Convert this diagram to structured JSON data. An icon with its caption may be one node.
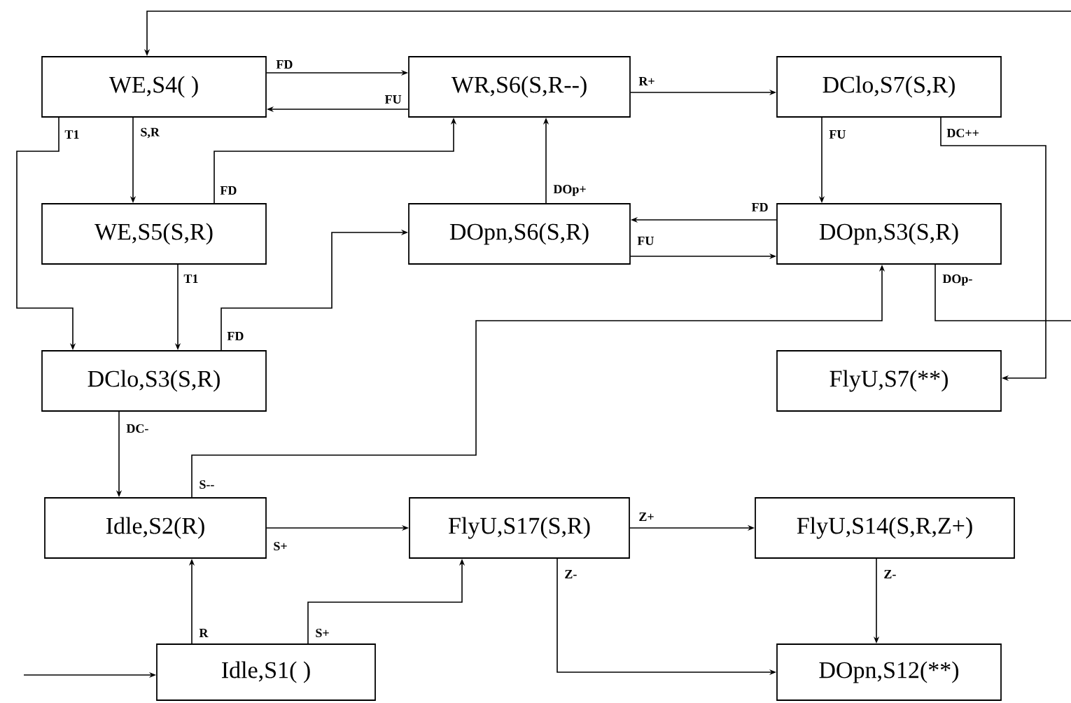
{
  "diagram": {
    "nodes": [
      {
        "text": [
          "WE,S4( )"
        ]
      },
      {
        "text": [
          "WR,S6(S,R--)"
        ]
      },
      {
        "text": [
          "DClo,S7(S,R)"
        ]
      },
      {
        "text": [
          "WE,S5(S,R)"
        ]
      },
      {
        "text": [
          "DOpn,S6(S,R)"
        ]
      },
      {
        "text": [
          "DOpn,S3(S,R)"
        ]
      },
      {
        "text": [
          "FlyU,S7(**)"
        ]
      },
      {
        "text": [
          "DClo,S3(S,R)"
        ]
      },
      {
        "text": [
          "Idle,S2(R)"
        ]
      },
      {
        "text": [
          "FlyU,S17(S,R)"
        ]
      },
      {
        "text": [
          "FlyU,S14(S,R,Z+)"
        ]
      },
      {
        "text": [
          "Idle,S1( )"
        ]
      },
      {
        "text": [
          "DOpn,S12(**)"
        ]
      }
    ],
    "edges": [
      {
        "from": null,
        "to": 0,
        "arrow": "to"
      },
      {
        "from": 0,
        "to": 1,
        "arrow": "to",
        "label": "FD"
      },
      {
        "from": 1,
        "to": 0,
        "arrow": "to",
        "label": "FU"
      },
      {
        "from": 1,
        "to": 2,
        "arrow": "to",
        "label": "R+"
      },
      {
        "from": 0,
        "to": 3,
        "arrow": "to",
        "label": "S,R"
      },
      {
        "from": 0,
        "to": 7,
        "arrow": "to",
        "label": "T1"
      },
      {
        "from": 3,
        "to": 1,
        "arrow": "to",
        "label": "FD"
      },
      {
        "from": 3,
        "to": 7,
        "arrow": "to",
        "label": "T1"
      },
      {
        "from": 7,
        "to": 4,
        "arrow": "to",
        "label": "FD"
      },
      {
        "from": 4,
        "to": 1,
        "arrow": "to",
        "label": "DOp+"
      },
      {
        "from": 5,
        "to": 4,
        "arrow": "to",
        "label": "FD"
      },
      {
        "from": 4,
        "to": 5,
        "arrow": "to",
        "label": "FU"
      },
      {
        "from": 2,
        "to": 5,
        "arrow": "to",
        "label": "FU"
      },
      {
        "from": 2,
        "to": 6,
        "arrow": "to",
        "label": "DC++"
      },
      {
        "from": 5,
        "to": null,
        "arrow": "none",
        "label": "DOp-"
      },
      {
        "from": 7,
        "to": 8,
        "arrow": "to",
        "label": "DC-"
      },
      {
        "from": 8,
        "to": 5,
        "arrow": "to",
        "label": "S--"
      },
      {
        "from": 8,
        "to": 9,
        "arrow": "to",
        "label": "S+"
      },
      {
        "from": 11,
        "to": 8,
        "arrow": "to",
        "label": "R"
      },
      {
        "from": 11,
        "to": 9,
        "arrow": "to",
        "label": "S+"
      },
      {
        "from": 9,
        "to": 10,
        "arrow": "to",
        "label": "Z+"
      },
      {
        "from": 9,
        "to": 12,
        "arrow": "to",
        "label": "Z-"
      },
      {
        "from": 10,
        "to": 12,
        "arrow": "to",
        "label": "Z-"
      },
      {
        "from": null,
        "to": 11,
        "arrow": "to"
      }
    ]
  }
}
